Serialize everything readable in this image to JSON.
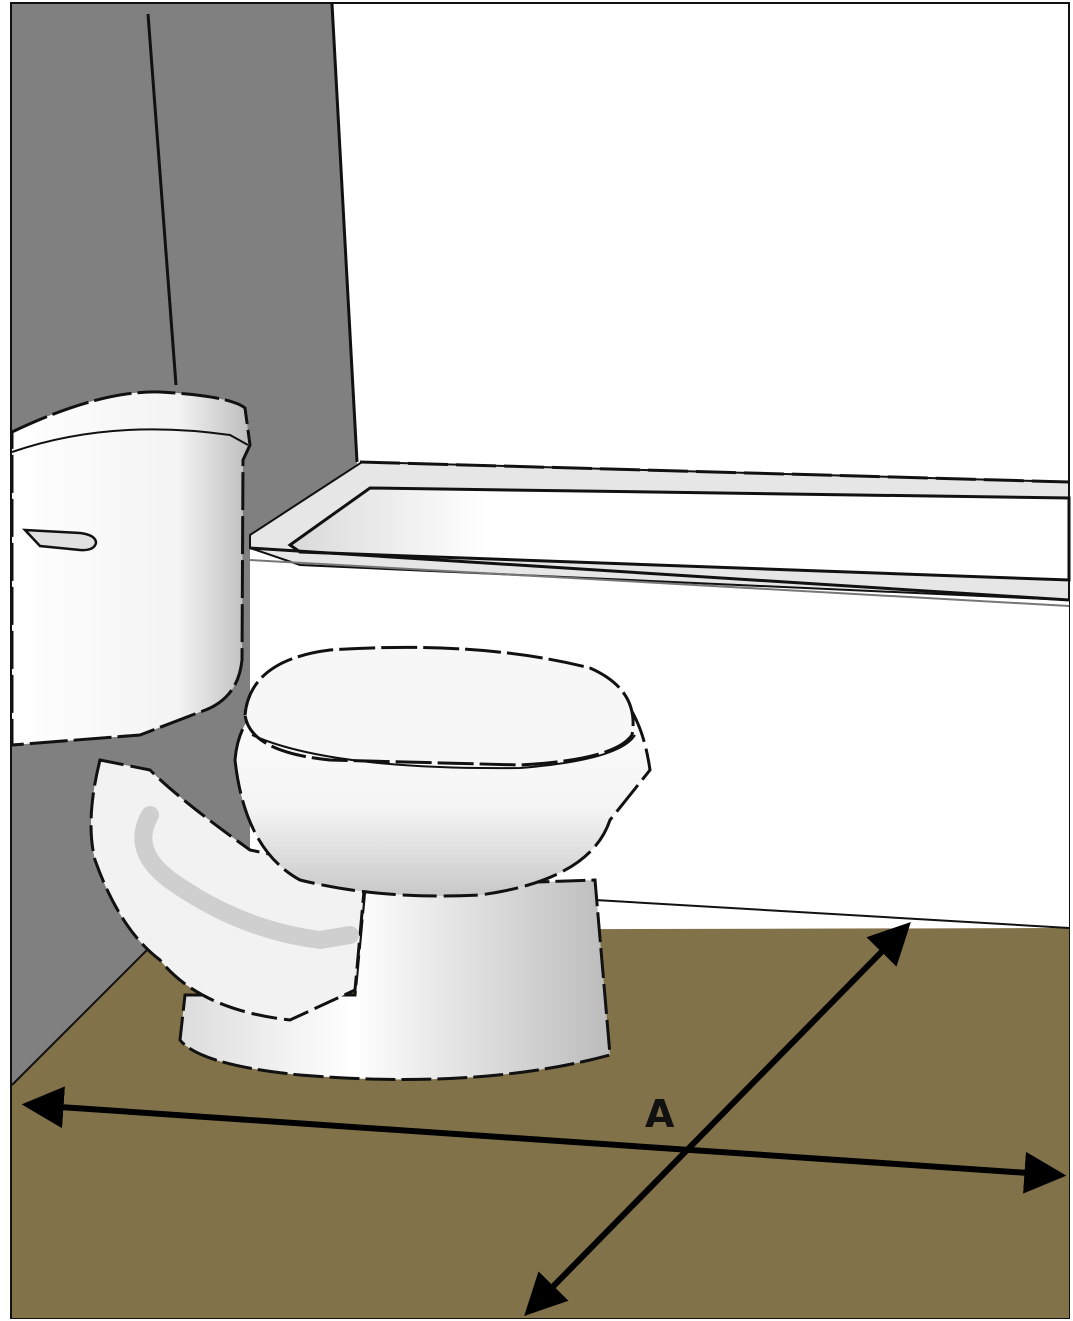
{
  "diagram": {
    "marker_label": "A",
    "colors": {
      "wall": "#808080",
      "floor": "#827249",
      "fixture": "#ffffff",
      "outline": "#111111",
      "arrow": "#000000"
    },
    "objects": [
      "wall",
      "bathtub",
      "toilet-tank",
      "toilet-bowl",
      "floor",
      "measurement-arrows"
    ]
  }
}
